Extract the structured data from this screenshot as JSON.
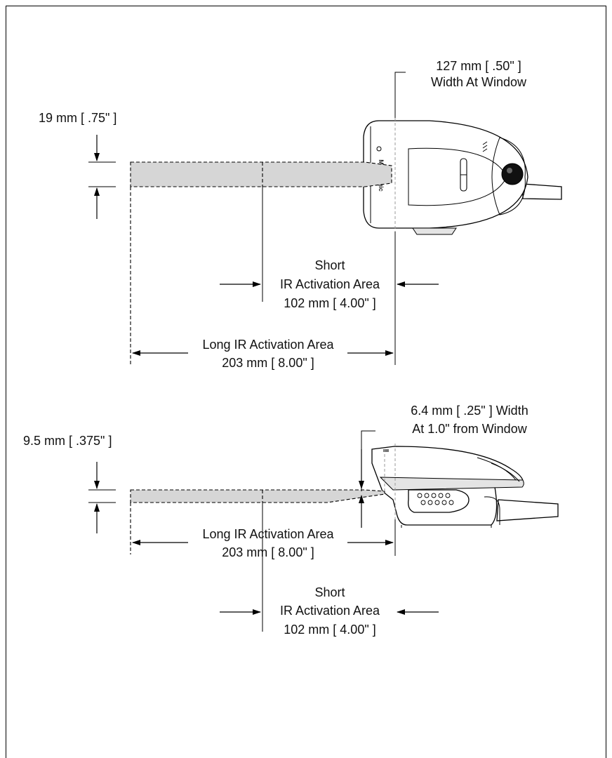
{
  "top_view": {
    "window_width_line1": "127 mm [ .50\" ]",
    "window_width_line2": "Width At Window",
    "beam_height": "19 mm [ .75\" ]",
    "short_line1": "Short",
    "short_line2": "IR Activation Area",
    "short_line3": "102 mm [ 4.00\" ]",
    "long_line1": "Long IR Activation Area",
    "long_line2": "203 mm [ 8.00\" ]",
    "brand": "Metrologic"
  },
  "side_view": {
    "window_width_line1": "6.4 mm [ .25\" ] Width",
    "window_width_line2": "At 1.0\" from Window",
    "beam_height": "9.5 mm [ .375\" ]",
    "short_line1": "Short",
    "short_line2": "IR Activation Area",
    "short_line3": "102 mm [ 4.00\" ]",
    "long_line1": "Long IR Activation Area",
    "long_line2": "203 mm [ 8.00\" ]"
  }
}
